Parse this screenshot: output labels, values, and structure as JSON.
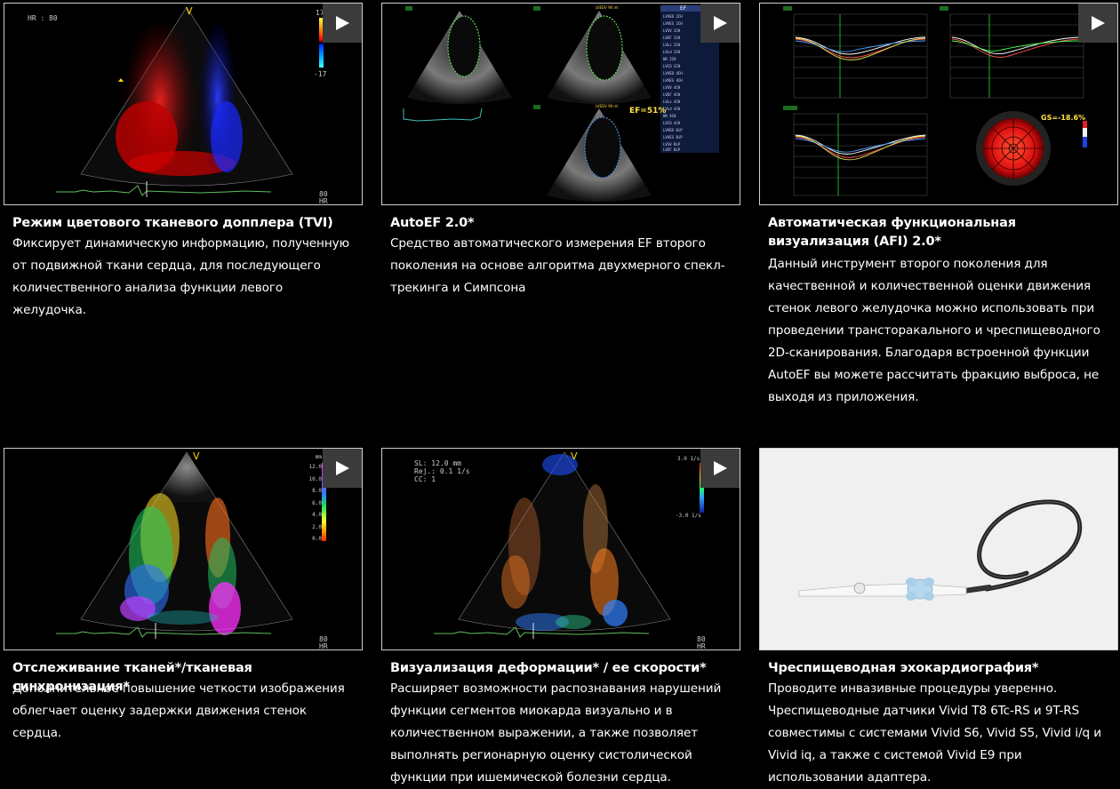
{
  "cards": [
    {
      "title": "Режим цветового тканевого допплера (TVI)",
      "description": "Фиксирует динамическую информацию, полученную от подвижной ткани сердца, для последующего количественного анализа функции левого желудочка.",
      "thumb": {
        "hr_top": "HR : 80",
        "scale_max": "17",
        "scale_min": "-17",
        "hr_bottom_value": "80",
        "hr_bottom_unit": "HR",
        "v_marker": "V"
      }
    },
    {
      "title": "AutoEF 2.0*",
      "description": "Средство автоматического измерения EF второго поколения на основе алгоритма двухмерного спекл-трекинга и Симпсона",
      "thumb": {
        "ef_label": "EF=51%",
        "table_header": "EF"
      }
    },
    {
      "title": "Автоматическая функциональная визуализация (AFI) 2.0*",
      "description": "Данный инструмент второго поколения для качественной и количественной оценки движения стенок левого желудочка можно использовать при проведении трансторакального и чреспищеводного 2D-сканирования. Благодаря встроенной функции AutoEF вы можете рассчитать фракцию выброса, не выходя из приложения.",
      "thumb": {
        "gs_label": "GS=-18.6%"
      }
    },
    {
      "title": "Отслеживание тканей*/тканевая синхронизация*",
      "description": "Дополнительное повышение четкости изображения облегчает оценку задержки движения стенок сердца.",
      "thumb": {
        "scale_unit": "mm",
        "scale_ticks": [
          "12.0",
          "10.0",
          "8.0",
          "6.0",
          "4.0",
          "2.0",
          "0.0"
        ],
        "hr_bottom_value": "80",
        "hr_bottom_unit": "HR",
        "v_marker": "V"
      }
    },
    {
      "title": "Визуализация деформации* / ее скорости*",
      "description": "Расширяет возможности распознавания нарушений функции сегментов миокарда визуально и в количественном выражении, а также позволяет выполнять регионарную оценку систолической функции при ишемической болезни сердца.",
      "thumb": {
        "info_line1": "SL: 12.0 mm",
        "info_line2": "Rej.: 0.1 1/s",
        "info_line3": "CC: 1",
        "scale_max": "3.0 1/s",
        "scale_min": "-3.0 1/s",
        "hr_bottom_value": "80",
        "hr_bottom_unit": "HR",
        "v_marker": "V"
      }
    },
    {
      "title": "Чреспищеводная эхокардиография*",
      "description": "Проводите инвазивные процедуры уверенно. Чреспищеводные датчики Vivid T8 6Tc-RS и 9T-RS совместимы с системами Vivid S6, Vivid S5, Vivid i/q и Vivid iq, а также с системой Vivid E9 при использовании адаптера.",
      "thumb": {}
    }
  ],
  "icons": {
    "play": "play-icon"
  },
  "colors": {
    "background": "#000000",
    "text": "#ffffff",
    "play_button": "#3b3b3b",
    "thumb_border": "#cfcfcf"
  }
}
